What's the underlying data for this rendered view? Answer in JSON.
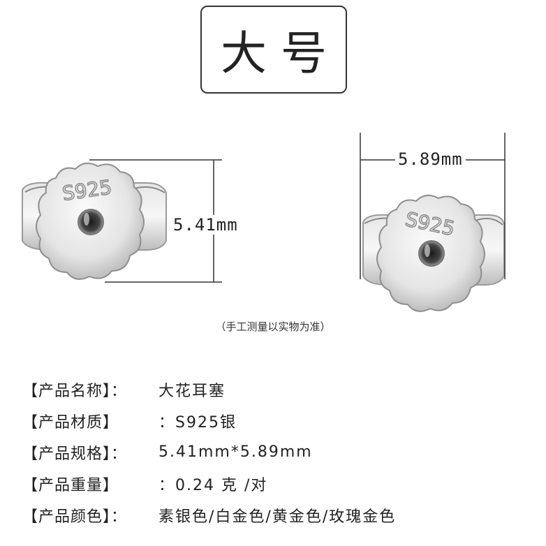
{
  "title": "大号",
  "dimensions": {
    "height": "5.41mm",
    "width": "5.89mm"
  },
  "stamp": "S925",
  "note": "（手工测量以实物为准）",
  "specs": [
    {
      "label": "【产品名称】：",
      "value": "大花耳塞"
    },
    {
      "label": "【产品材质】",
      "value": "：S925银"
    },
    {
      "label": "【产品规格】：",
      "value": "5.41mm*5.89mm"
    },
    {
      "label": "【产品重量】",
      "value": "：0.24 克 /对"
    },
    {
      "label": "【产品颜色】：",
      "value": "素银色/白金色/黄金色/玫瑰金色"
    }
  ],
  "colors": {
    "metal_light": "#f4f4f4",
    "metal_mid": "#c8c8c8",
    "metal_dark": "#8a8a8a",
    "line": "#333333"
  }
}
